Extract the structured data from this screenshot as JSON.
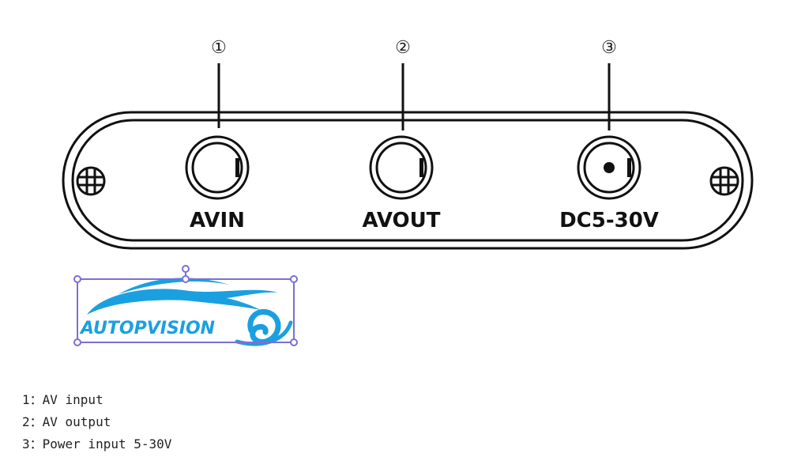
{
  "callouts": [
    "①",
    "②",
    "③"
  ],
  "ports": [
    {
      "label": "AVIN"
    },
    {
      "label": "AVOUT"
    },
    {
      "label": "DC5-30V"
    }
  ],
  "logo": {
    "text": "AUTOPVISION",
    "color": "#1aa0e0",
    "selection_color": "#7b6fd6"
  },
  "legend": [
    "1：AV input",
    "2：AV output",
    "3：Power input 5-30V"
  ]
}
